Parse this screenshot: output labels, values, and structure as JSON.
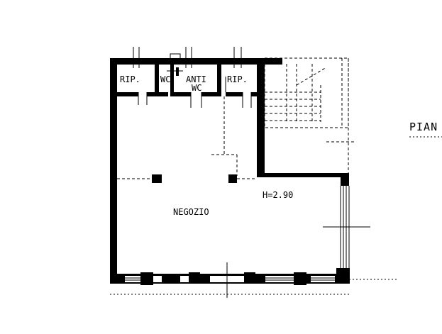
{
  "labels": {
    "rip_left": "RIP.",
    "wc": "WC",
    "anti": "ANTI",
    "wc_anti": "WC",
    "rip_right": "RIP.",
    "height": "H=2.90",
    "negozio": "NEGOZIO",
    "floor": "PIAN"
  }
}
